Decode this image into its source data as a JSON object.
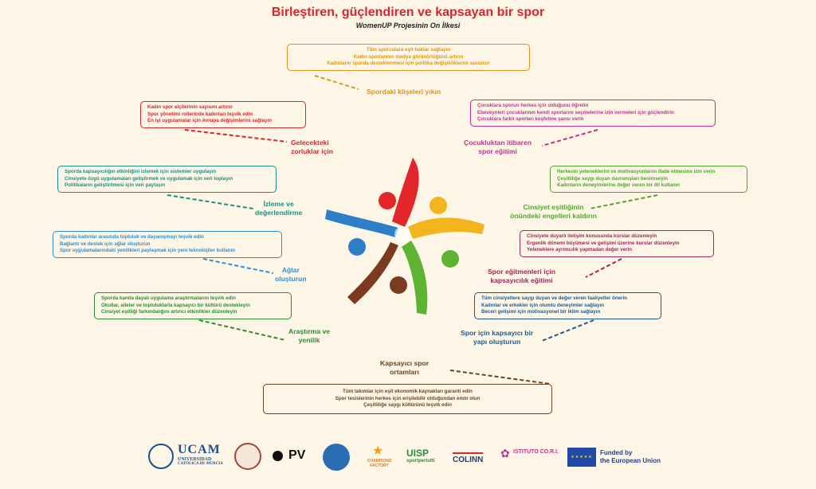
{
  "header": {
    "title": "Birleştiren, güçlendiren ve kapsayan bir spor",
    "subtitle": "WomenUP Projesinin On İlkesi"
  },
  "principles": [
    {
      "label": [
        "Spordaki klişeleri yıkın"
      ],
      "color": "#d9951c",
      "items": [
        "Tüm sporculara eşit haklar sağlayın",
        "Kadın sporlarının medya görünürlüğünü artırın",
        "Kadınların sporda desteklenmesi için politika değişikliklerini savunun"
      ]
    },
    {
      "label": [
        "Gelecekteki",
        "zorluklar için"
      ],
      "color": "#d7262e",
      "items": [
        "Kadın spor elçilerinin sayısını artırın",
        "Spor yönetimi rollerinde kadınları teşvik edin",
        "En iyi uygulamalar için Avrupa değişimlerini sağlayın"
      ]
    },
    {
      "label": [
        "Çocukluktan itibaren",
        "spor eğitimi"
      ],
      "color": "#c1328f",
      "items": [
        "Çocuklara sporun herkes için olduğunu öğretin",
        "Ebeveynleri çocuklarının kendi sporlarını seçmelerine izin vermeleri için güçlendirin",
        "Çocuklara farklı sporları keşfetme şansı verin"
      ]
    },
    {
      "label": [
        "İzleme ve",
        "değerlendirme"
      ],
      "color": "#1a8f83",
      "items": [
        "Sporda kapsayıcılığın etkinliğini izlemek için sistemler uygulayın",
        "Cinsiyete özgü uygulamaları geliştirmek ve uygulamak için veri toplayın",
        "Politikaların geliştirilmesi için veri paylaşın"
      ]
    },
    {
      "label": [
        "Cinsiyet eşitliğinin",
        "önündeki engelleri kaldırın"
      ],
      "color": "#4ea62a",
      "items": [
        "Herkesin yeteneklerini ve motivasyonlarını ifade etmesine izin verin",
        "Çeşitliliğe saygı duyan davranışları benimseyin",
        "Kadınların deneyimlerine değer veren bir dil kullanın"
      ]
    },
    {
      "label": [
        "Ağlar",
        "oluşturun"
      ],
      "color": "#2f8fd1",
      "items": [
        "Sporda kadınlar arasında topluluk ve dayanışmayı teşvik edin",
        "Bağlantı ve destek için ağlar oluşturun",
        "Spor uygulamalarındaki yenilikleri paylaşmak için yeni teknolojiler kullanın"
      ]
    },
    {
      "label": [
        "Spor eğitmenleri için",
        "kapsayıcılık eğitimi"
      ],
      "color": "#a3245e",
      "items": [
        "Cinsiyete duyarlı iletişim konusunda kurslar düzenleyin",
        "Ergenlik dönemi büyümesi ve gelişimi üzerine kurslar düzenleyin",
        "Yeteneklere ayrımcılık yapmadan değer verin"
      ]
    },
    {
      "label": [
        "Araştırma ve",
        "yenilik"
      ],
      "color": "#2e8b2e",
      "items": [
        "Sporda kanıta dayalı uygulama araştırmalarını teşvik edin",
        "Okullar, aileler ve topluluklarla kapsayıcı bir kültürü destekleyin",
        "Cinsiyet eşitliği farkındalığını artırıcı etkinlikler düzenleyin"
      ]
    },
    {
      "label": [
        "Spor için kapsayıcı bir",
        "yapı oluşturun"
      ],
      "color": "#1f5a8f",
      "items": [
        "Tüm cinsiyetlere saygı duyan ve değer veren faaliyetler önerin",
        "Kadınlar ve erkekler için olumlu deneyimler sağlayın",
        "Beceri gelişimi için motivasyonel bir iklim sağlayın"
      ]
    },
    {
      "label": [
        "Kapsayıcı spor",
        "ortamları"
      ],
      "color": "#6b4423",
      "items": [
        "Tüm takımlar için eşit ekonomik kaynakları garanti edin",
        "Spor tesislerinin herkes için erişilebilir olduğundan emin olun",
        "Çeşitliliğe saygı kültürünü teşvik edin"
      ]
    }
  ],
  "footer": {
    "ucam": "UCAM",
    "ucam_sub1": "UNIVERSIDAD",
    "ucam_sub2": "CATÓLICA DE MURCIA",
    "pv": "PV",
    "champions": "CHAMPIONS FACTORY",
    "uisp": "UISP",
    "uisp_sub": "sportpertutti",
    "colinn": "COLINN",
    "istituto": "ISTITUTO CO.R.I.",
    "eu_line1": "Funded by",
    "eu_line2": "the European Union"
  }
}
